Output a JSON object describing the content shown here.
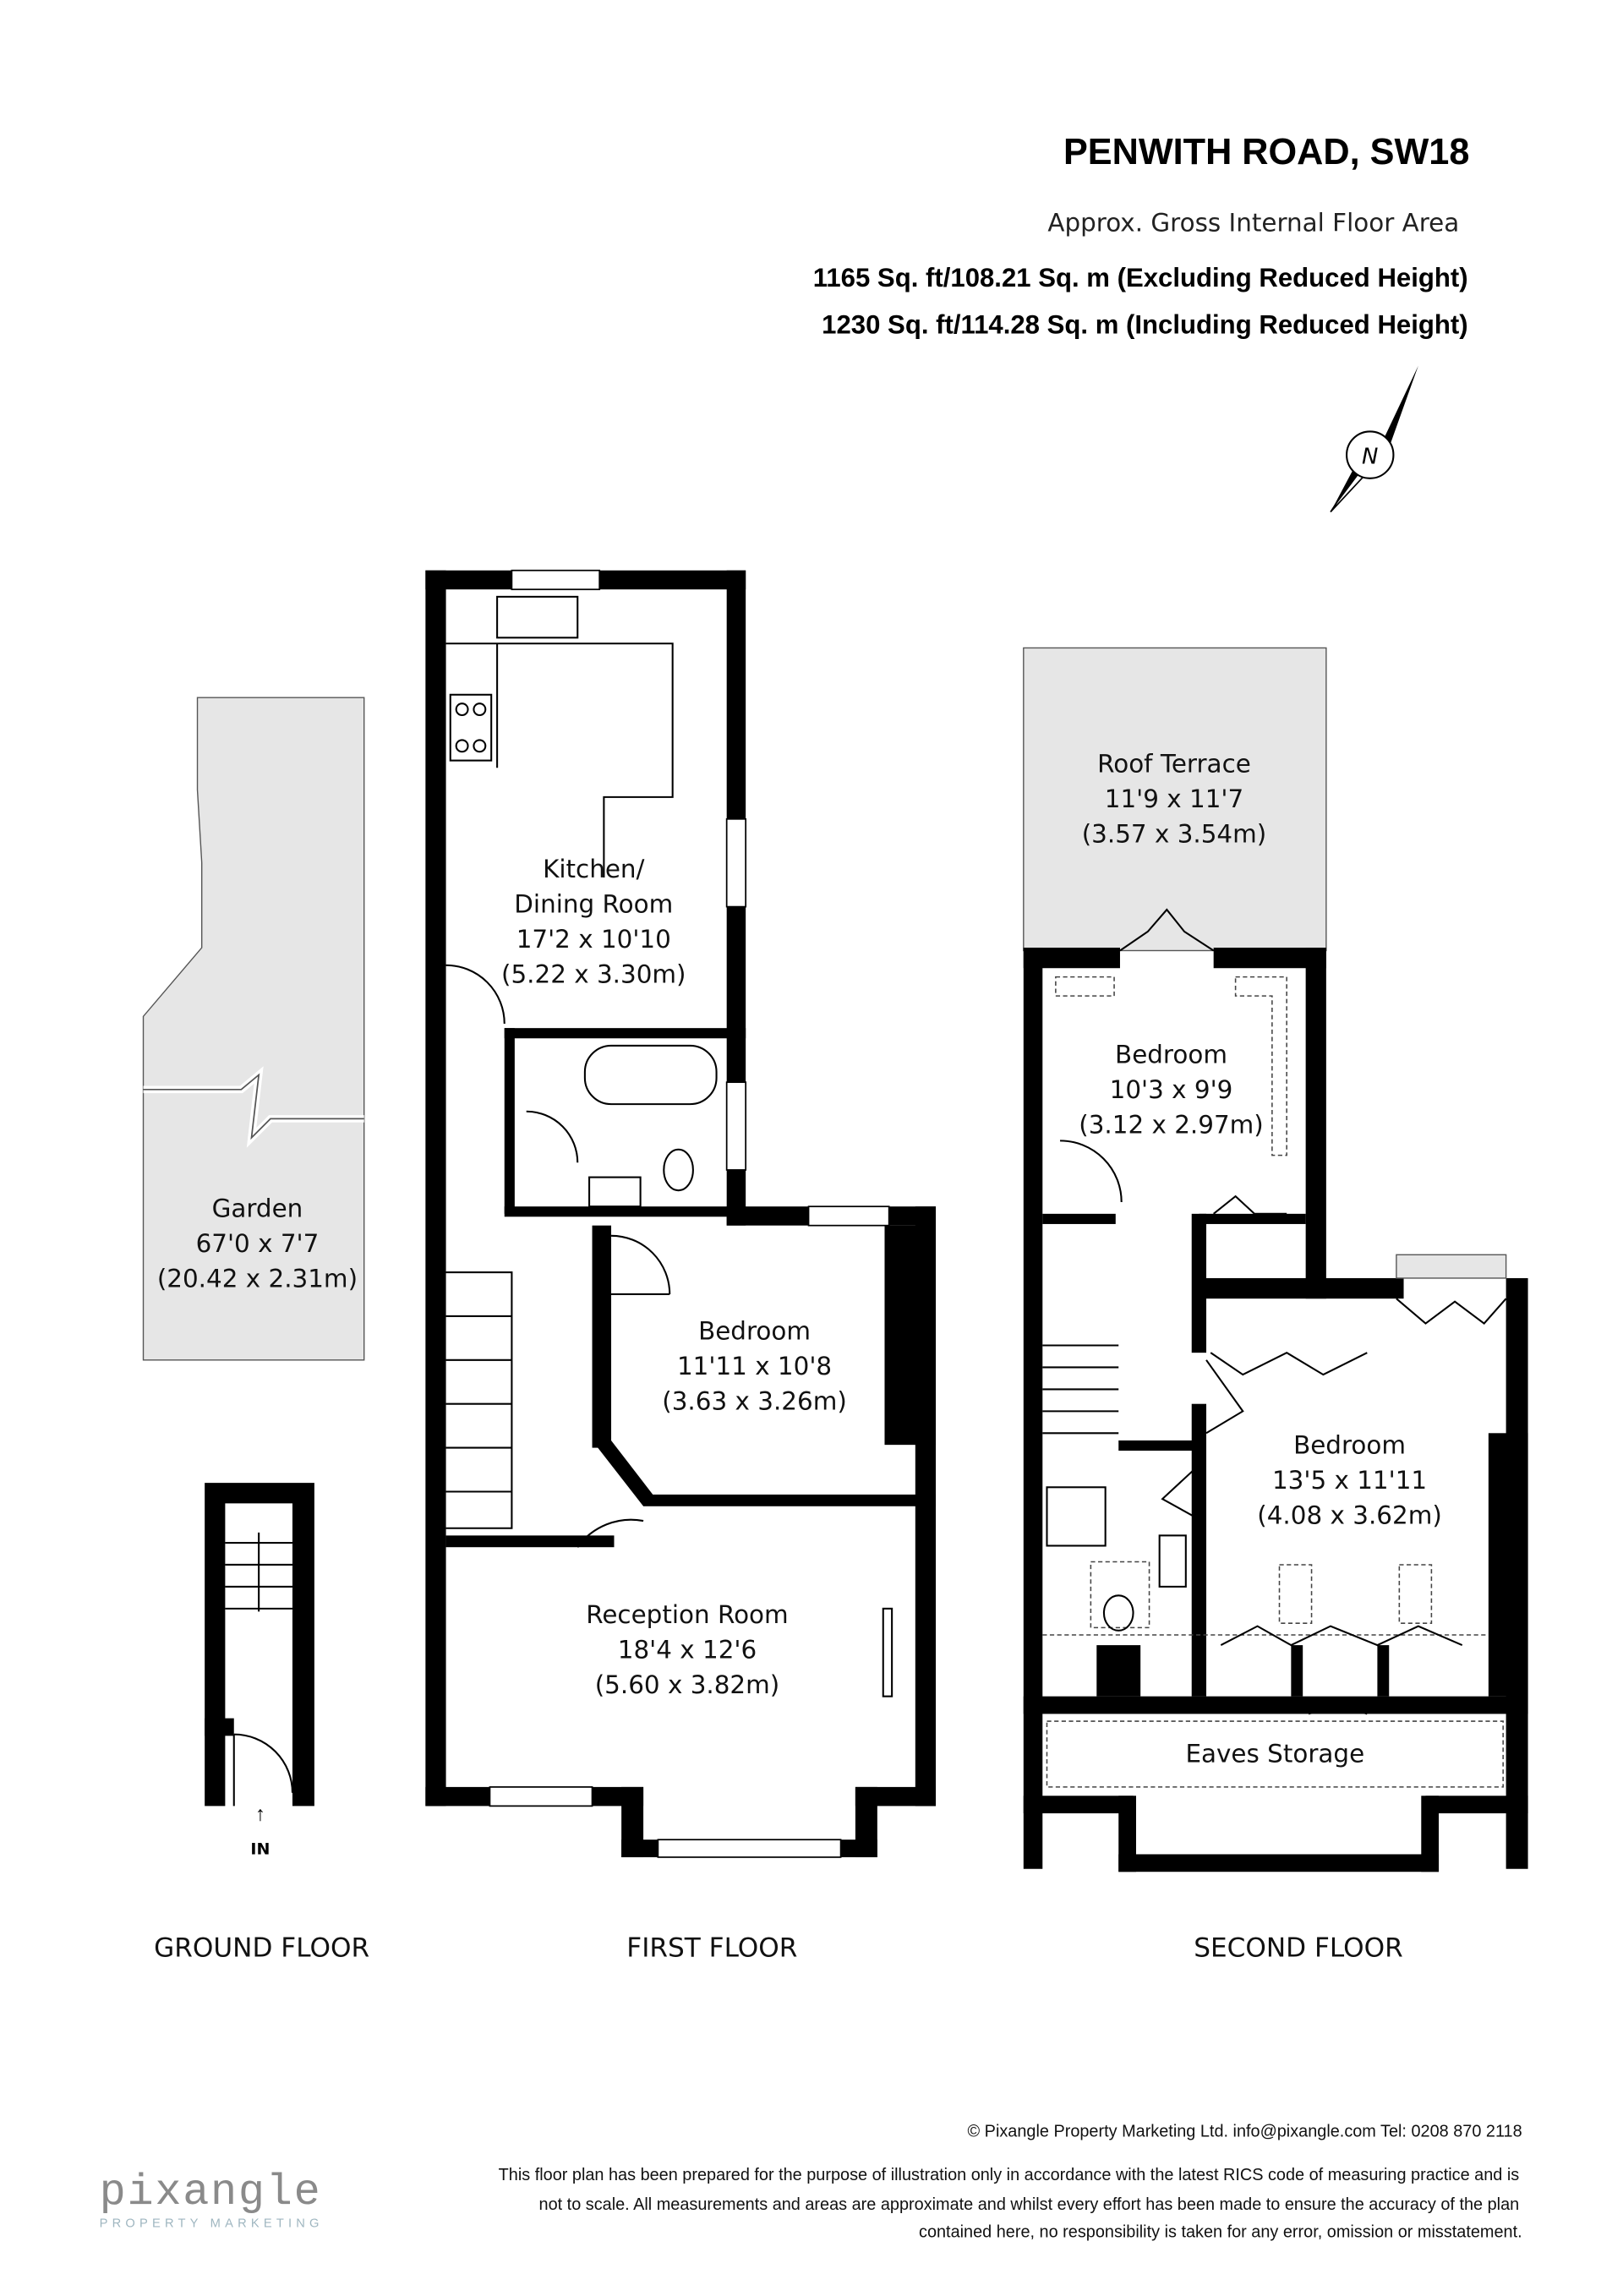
{
  "header": {
    "title": "PENWITH ROAD, SW18",
    "subtitle": "Approx. Gross Internal Floor Area",
    "area_excluding": "1165 Sq. ft/108.21 Sq. m (Excluding Reduced Height)",
    "area_including": "1230 Sq. ft/114.28 Sq. m (Including Reduced Height)",
    "compass_label": "N"
  },
  "floors": {
    "ground": {
      "name": "GROUND FLOOR",
      "entrance": "IN",
      "garden": {
        "name": "Garden",
        "imperial": "67'0 x 7'7",
        "metric": "(20.42 x 2.31m)"
      }
    },
    "first": {
      "name": "FIRST FLOOR",
      "kitchen": {
        "name1": "Kitchen/",
        "name2": "Dining Room",
        "imperial": "17'2 x 10'10",
        "metric": "(5.22 x 3.30m)"
      },
      "bedroom": {
        "name": "Bedroom",
        "imperial": "11'11 x 10'8",
        "metric": "(3.63 x 3.26m)"
      },
      "reception": {
        "name": "Reception Room",
        "imperial": "18'4 x 12'6",
        "metric": "(5.60 x 3.82m)"
      }
    },
    "second": {
      "name": "SECOND FLOOR",
      "terrace": {
        "name": "Roof Terrace",
        "imperial": "11'9 x 11'7",
        "metric": "(3.57 x 3.54m)"
      },
      "bedroom1": {
        "name": "Bedroom",
        "imperial": "10'3 x 9'9",
        "metric": "(3.12 x 2.97m)"
      },
      "bedroom2": {
        "name": "Bedroom",
        "imperial": "13'5 x 11'11",
        "metric": "(4.08 x 3.62m)"
      },
      "eaves": {
        "name": "Eaves Storage"
      }
    }
  },
  "footer": {
    "copyright": "© Pixangle Property Marketing Ltd. info@pixangle.com Tel: 0208 870 2118",
    "disclaimer1": "This floor plan has been prepared for the purpose of illustration only in accordance with the latest RICS code of measuring practice and is",
    "disclaimer2": "not to scale. All measurements and areas are approximate and whilst every effort has been made to ensure the accuracy of the plan",
    "disclaimer3": "contained here, no responsibility is taken for any error, omission or misstatement.",
    "logo_text": "pixangle",
    "logo_sub": "PROPERTY MARKETING"
  },
  "colors": {
    "wall": "#000000",
    "outdoor_fill": "#e6e6e6",
    "logo_grey": "#8a8a8a",
    "logo_blue": "#9fb6c0"
  }
}
